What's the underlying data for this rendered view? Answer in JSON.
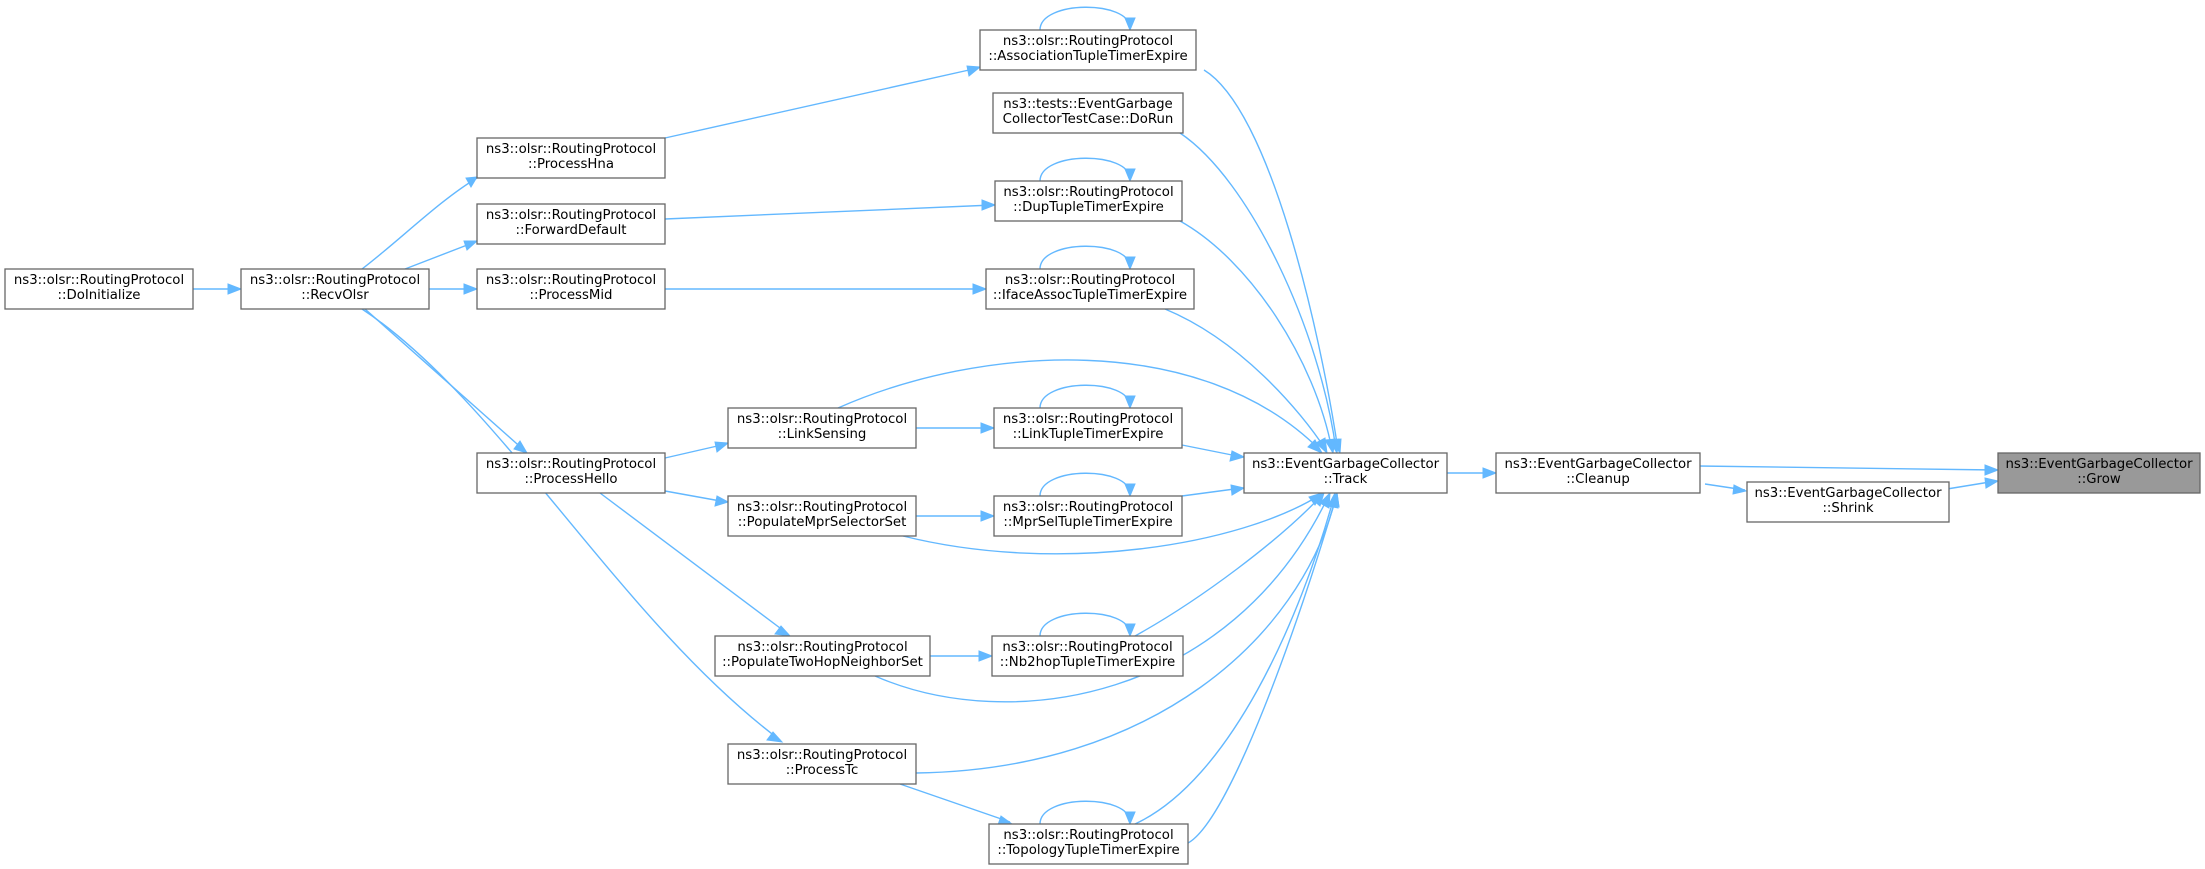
{
  "graph": {
    "edge_color": "#63b8ff",
    "highlight_color": "#999999",
    "nodes": [
      {
        "id": "grow",
        "lines": [
          "ns3::EventGarbageCollector",
          "::Grow"
        ],
        "highlight": true
      },
      {
        "id": "cleanup",
        "lines": [
          "ns3::EventGarbageCollector",
          "::Cleanup"
        ]
      },
      {
        "id": "shrink",
        "lines": [
          "ns3::EventGarbageCollector",
          "::Shrink"
        ]
      },
      {
        "id": "track",
        "lines": [
          "ns3::EventGarbageCollector",
          "::Track"
        ]
      },
      {
        "id": "assoc",
        "lines": [
          "ns3::olsr::RoutingProtocol",
          "::AssociationTupleTimerExpire"
        ]
      },
      {
        "id": "dorun",
        "lines": [
          "ns3::tests::EventGarbage",
          "CollectorTestCase::DoRun"
        ]
      },
      {
        "id": "dup",
        "lines": [
          "ns3::olsr::RoutingProtocol",
          "::DupTupleTimerExpire"
        ]
      },
      {
        "id": "iface",
        "lines": [
          "ns3::olsr::RoutingProtocol",
          "::IfaceAssocTupleTimerExpire"
        ]
      },
      {
        "id": "link",
        "lines": [
          "ns3::olsr::RoutingProtocol",
          "::LinkTupleTimerExpire"
        ]
      },
      {
        "id": "mprsel",
        "lines": [
          "ns3::olsr::RoutingProtocol",
          "::MprSelTupleTimerExpire"
        ]
      },
      {
        "id": "nb2hop",
        "lines": [
          "ns3::olsr::RoutingProtocol",
          "::Nb2hopTupleTimerExpire"
        ]
      },
      {
        "id": "topo",
        "lines": [
          "ns3::olsr::RoutingProtocol",
          "::TopologyTupleTimerExpire"
        ]
      },
      {
        "id": "linksensing",
        "lines": [
          "ns3::olsr::RoutingProtocol",
          "::LinkSensing"
        ]
      },
      {
        "id": "popmpr",
        "lines": [
          "ns3::olsr::RoutingProtocol",
          "::PopulateMprSelectorSet"
        ]
      },
      {
        "id": "pop2hop",
        "lines": [
          "ns3::olsr::RoutingProtocol",
          "::PopulateTwoHopNeighborSet"
        ]
      },
      {
        "id": "proctc",
        "lines": [
          "ns3::olsr::RoutingProtocol",
          "::ProcessTc"
        ]
      },
      {
        "id": "prochna",
        "lines": [
          "ns3::olsr::RoutingProtocol",
          "::ProcessHna"
        ]
      },
      {
        "id": "fwd",
        "lines": [
          "ns3::olsr::RoutingProtocol",
          "::ForwardDefault"
        ]
      },
      {
        "id": "procmid",
        "lines": [
          "ns3::olsr::RoutingProtocol",
          "::ProcessMid"
        ]
      },
      {
        "id": "prochello",
        "lines": [
          "ns3::olsr::RoutingProtocol",
          "::ProcessHello"
        ]
      },
      {
        "id": "recvolsr",
        "lines": [
          "ns3::olsr::RoutingProtocol",
          "::RecvOlsr"
        ]
      },
      {
        "id": "doinit",
        "lines": [
          "ns3::olsr::RoutingProtocol",
          "::DoInitialize"
        ]
      }
    ]
  }
}
